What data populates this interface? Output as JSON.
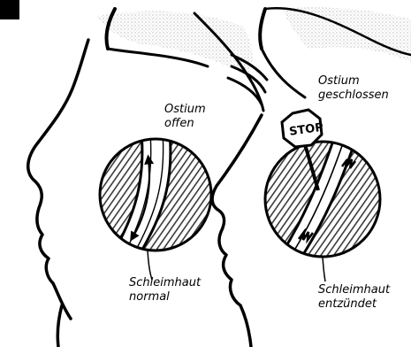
{
  "left_panel": {
    "ostium_label": [
      "Ostium",
      "offen"
    ],
    "mucosa_label": [
      "Schleimhaut",
      "normal"
    ]
  },
  "right_panel": {
    "ostium_label": [
      "Ostium",
      "geschlossen"
    ],
    "mucosa_label": [
      "Schleimhaut",
      "entzündet"
    ],
    "stop_sign": "STOP"
  },
  "colors": {
    "ink": "#000000",
    "hatch": "#555555",
    "background": "#ffffff"
  }
}
